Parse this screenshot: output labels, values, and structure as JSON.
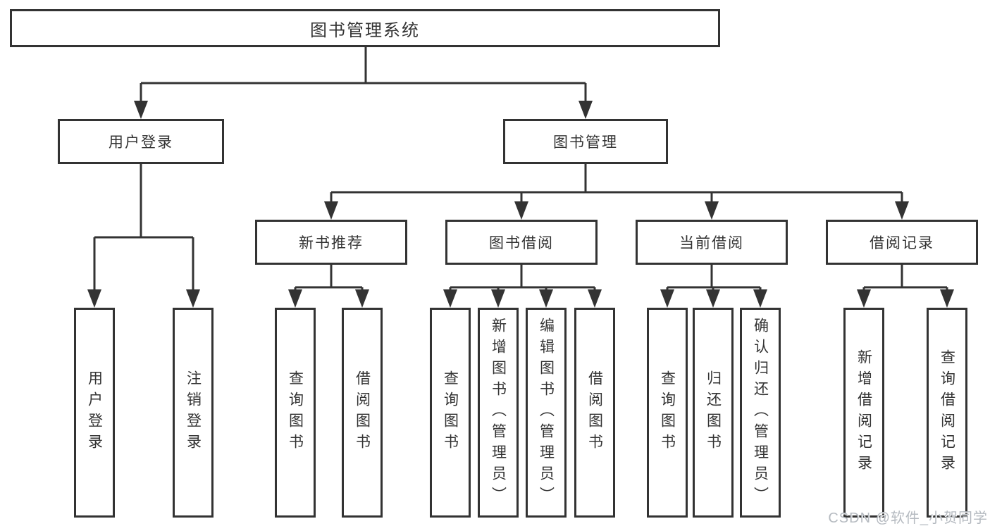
{
  "diagram_type": "hierarchy-tree",
  "colors": {
    "background": "#ffffff",
    "line": "#333333",
    "box_border": "#333333",
    "text": "#333333",
    "watermark": "#b5bac0"
  },
  "watermark": {
    "text": "CSDN @软件_小贺同学"
  },
  "nodes": {
    "root": "图书管理系统",
    "user_login": "用户登录",
    "book_management": "图书管理",
    "new_book_recommendation": "新书推荐",
    "book_borrowing": "图书借阅",
    "current_borrowing": "当前借阅",
    "borrowing_records": "借阅记录"
  },
  "leaves": {
    "user_login": [
      "用户登录",
      "注销登录"
    ],
    "new_book_recommendation": [
      "查询图书",
      "借阅图书"
    ],
    "book_borrowing": [
      "查询图书",
      "新增图书（管理员）",
      "编辑图书（管理员）",
      "借阅图书"
    ],
    "current_borrowing": [
      "查询图书",
      "归还图书",
      "确认归还（管理员）"
    ],
    "borrowing_records": [
      "新增借阅记录",
      "查询借阅记录"
    ]
  },
  "edges": [
    {
      "from": "图书管理系统",
      "to": [
        "用户登录",
        "图书管理"
      ]
    },
    {
      "from": "用户登录",
      "to": [
        "用户登录",
        "注销登录"
      ]
    },
    {
      "from": "图书管理",
      "to": [
        "新书推荐",
        "图书借阅",
        "当前借阅",
        "借阅记录"
      ]
    },
    {
      "from": "新书推荐",
      "to": [
        "查询图书",
        "借阅图书"
      ]
    },
    {
      "from": "图书借阅",
      "to": [
        "查询图书",
        "新增图书（管理员）",
        "编辑图书（管理员）",
        "借阅图书"
      ]
    },
    {
      "from": "当前借阅",
      "to": [
        "查询图书",
        "归还图书",
        "确认归还（管理员）"
      ]
    },
    {
      "from": "借阅记录",
      "to": [
        "新增借阅记录",
        "查询借阅记录"
      ]
    }
  ]
}
